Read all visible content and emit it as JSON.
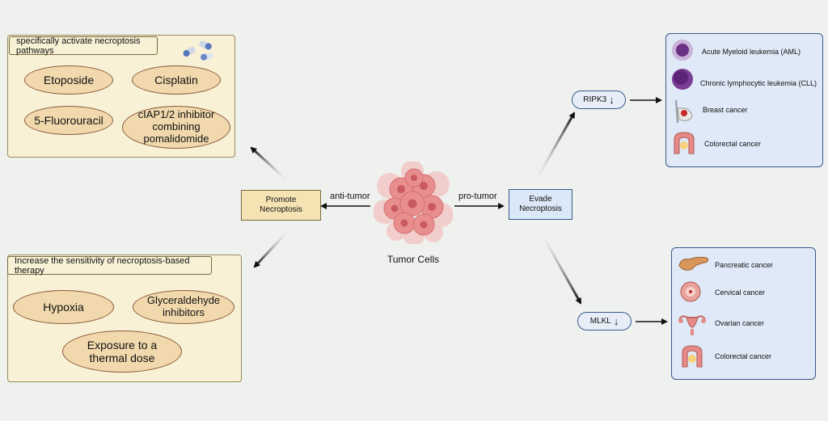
{
  "center": {
    "label": "Tumor Cells"
  },
  "edges": {
    "anti": "anti-tumor",
    "pro": "pro-tumor"
  },
  "promote": {
    "label": "Promote\nNecroptosis"
  },
  "evade": {
    "label": "Evade\nNecroptosis"
  },
  "activate_panel": {
    "header": "specifically activate necroptosis pathways",
    "items": [
      "Etoposide",
      "Cisplatin",
      "5-Fluorouracil",
      "cIAP1/2 inhibitor\ncombining\npomalidomide"
    ]
  },
  "sensitivity_panel": {
    "header": "Increase the sensitivity of necroptosis-based therapy",
    "items": [
      "Hypoxia",
      "Glyceraldehyde\ninhibitors",
      "Exposure to a\nthermal dose"
    ]
  },
  "ripk3": {
    "label": "RIPK3",
    "arrow": "↓"
  },
  "mlkl": {
    "label": "MLKL",
    "arrow": "↓"
  },
  "ripk3_cancers": [
    "Acute Myeloid leukemia (AML)",
    "Chronic lymphocytic leukemia (CLL)",
    "Breast cancer",
    "Colorectal cancer"
  ],
  "mlkl_cancers": [
    "Pancreatic cancer",
    "Cervical cancer",
    "Ovarian cancer",
    "Colorectal cancer"
  ],
  "colors": {
    "tan_panel": "#f8f1d6",
    "oval_fill": "#f1d9ad",
    "blue_panel": "#dfe9f7",
    "promote_fill": "#f6e3b4",
    "evade_fill": "#dbe8f7",
    "tumor": "#e9898b"
  }
}
